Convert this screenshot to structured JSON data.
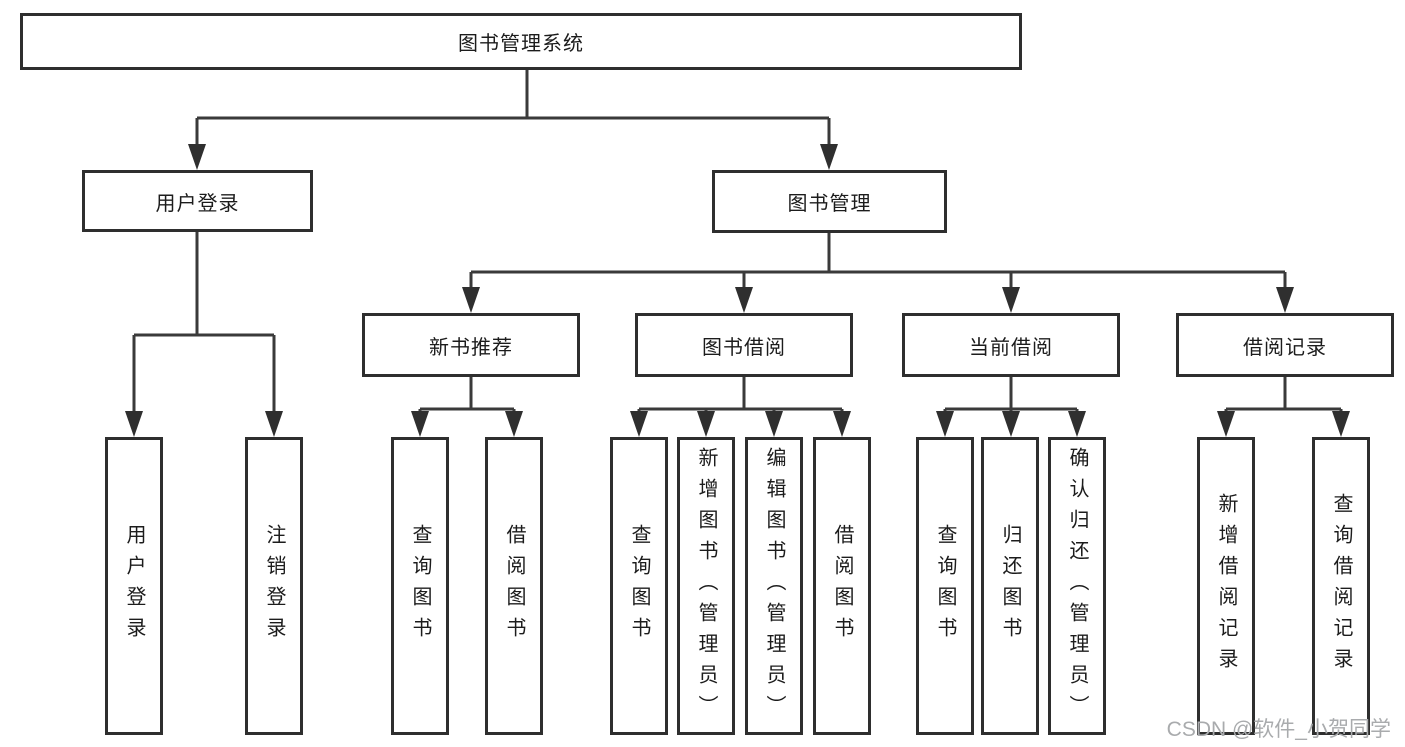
{
  "diagram": {
    "watermark": "CSDN @软件_小贺同学",
    "colors": {
      "line": "#3a3a3a",
      "arrow": "#2f2f2f",
      "box_border": "#2e2e2e",
      "text": "#1c1c1c",
      "watermark_text": "#a9abad",
      "background": "#ffffff"
    },
    "tree": {
      "label": "图书管理系统",
      "children": [
        {
          "label": "用户登录",
          "children": [
            {
              "label": "用户登录"
            },
            {
              "label": "注销登录"
            }
          ]
        },
        {
          "label": "图书管理",
          "children": [
            {
              "label": "新书推荐",
              "children": [
                {
                  "label": "查询图书"
                },
                {
                  "label": "借阅图书"
                }
              ]
            },
            {
              "label": "图书借阅",
              "children": [
                {
                  "label": "查询图书"
                },
                {
                  "label": "新增图书（管理员）"
                },
                {
                  "label": "编辑图书（管理员）"
                },
                {
                  "label": "借阅图书"
                }
              ]
            },
            {
              "label": "当前借阅",
              "children": [
                {
                  "label": "查询图书"
                },
                {
                  "label": "归还图书"
                },
                {
                  "label": "确认归还（管理员）"
                }
              ]
            },
            {
              "label": "借阅记录",
              "children": [
                {
                  "label": "新增借阅记录"
                },
                {
                  "label": "查询借阅记录"
                }
              ]
            }
          ]
        }
      ]
    }
  }
}
